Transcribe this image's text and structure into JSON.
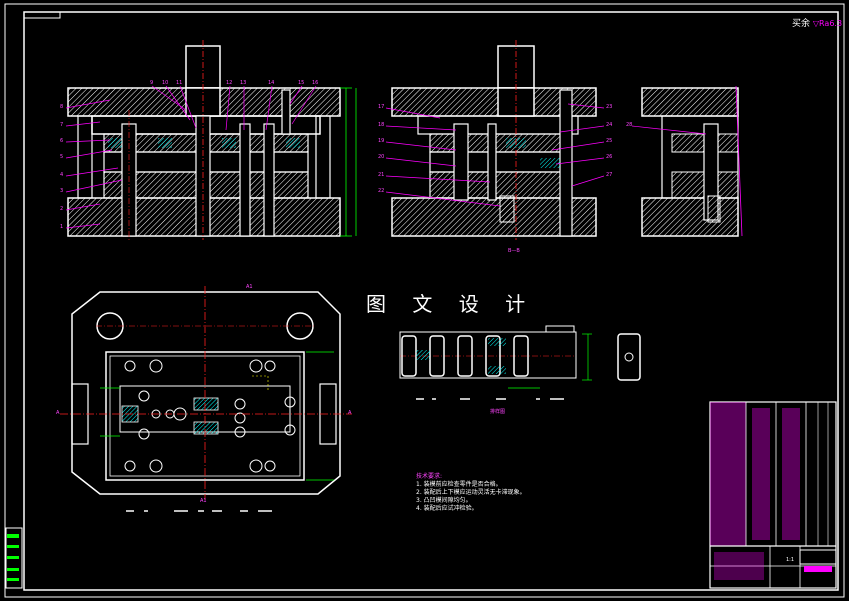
{
  "colors": {
    "background": "#000000",
    "frame": "#ffffff",
    "leader": "#ff00ff",
    "hidden": "#ff2020",
    "dimension": "#00ff00",
    "hatch": "#00ffff"
  },
  "drawing": {
    "title_watermark": "图 文 设 计",
    "corner_text": "买余",
    "corner_mark": "▽Ra6.3"
  },
  "view_labels": {
    "section_bb": "B—B",
    "plan_marker_top": "A1",
    "plan_marker_bottom": "A1",
    "plan_marker_left": "A",
    "plan_marker_right": "A",
    "strip_caption": "排样图"
  },
  "part_numbers_front": [
    "1",
    "2",
    "3",
    "4",
    "5",
    "6",
    "7",
    "8"
  ],
  "part_numbers_top": [
    "9",
    "10",
    "11",
    "12",
    "13",
    "14",
    "15",
    "16"
  ],
  "part_numbers_section_left": [
    "17",
    "18",
    "19",
    "20",
    "21",
    "22"
  ],
  "part_numbers_section_right": [
    "23",
    "24",
    "25",
    "26",
    "27"
  ],
  "part_numbers_side": [
    "28"
  ],
  "tech_notes": {
    "heading": "技术要求:",
    "items": [
      "1. 装模前应检查零件是否合格。",
      "2. 装配后上下模应运动灵活无卡滞现象。",
      "3. 凸凹模间隙均匀。",
      "4. 装配后应试冲检验。"
    ]
  },
  "title_block": {
    "scale": "1:1"
  },
  "icons": [
    "hatch-pattern",
    "center-mark"
  ]
}
